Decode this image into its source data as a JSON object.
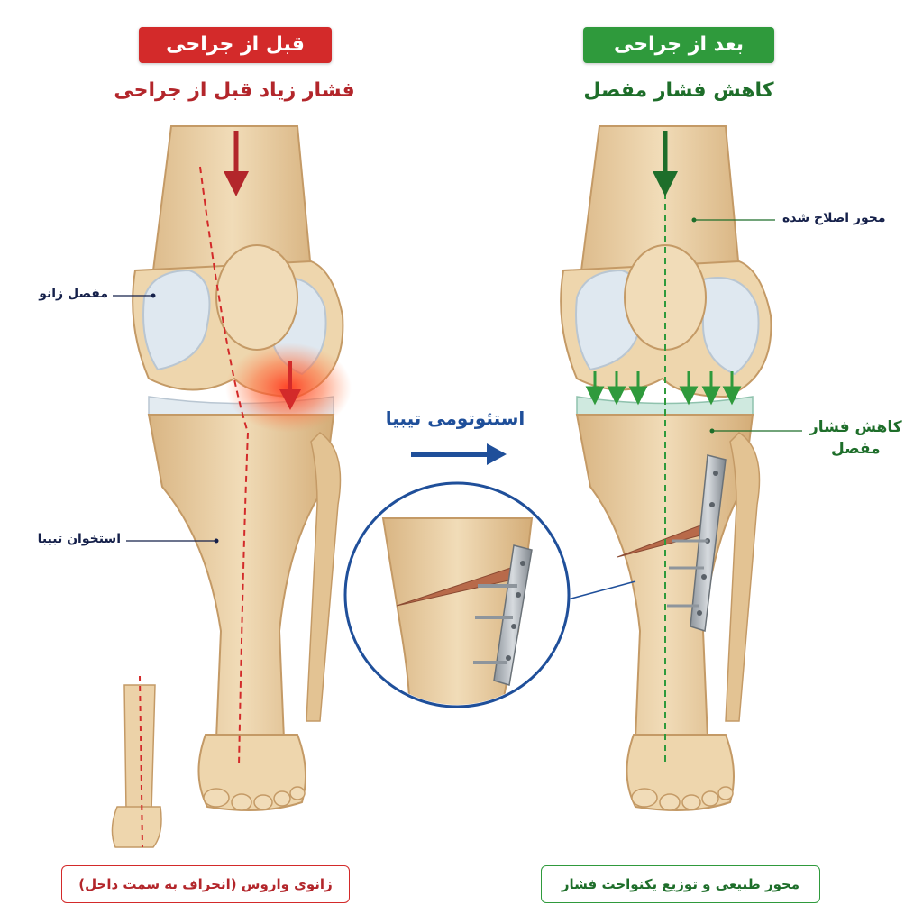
{
  "left_panel": {
    "badge": "قبل از جراحی",
    "subtitle": "فشار زیاد قبل از جراحی",
    "label_knee_joint": "مفصل زانو",
    "label_tibia": "استخوان تبیبا",
    "bottom_caption": "زانوی واروس (انحراف به سمت داخل)"
  },
  "center": {
    "procedure": "استئوتومی تیبیا"
  },
  "right_panel": {
    "badge": "بعد از جراحی",
    "subtitle": "کاهش فشار مفصل",
    "label_corrected_axis": "محور اصلاح شده",
    "label_pressure_reduction_line1": "کاهش فشار",
    "label_pressure_reduction_line2": "مفصل",
    "bottom_caption": "محور طبیعی و توزیع یکنواخت فشار"
  },
  "colors": {
    "before_red": "#d32a2a",
    "before_dark_red": "#b3262b",
    "after_green": "#2f9a3c",
    "after_dark_green": "#1e6e2a",
    "procedure_blue": "#1f4f9a",
    "bone": "#ecd2a8",
    "cartilage": "#dfe8f0"
  }
}
